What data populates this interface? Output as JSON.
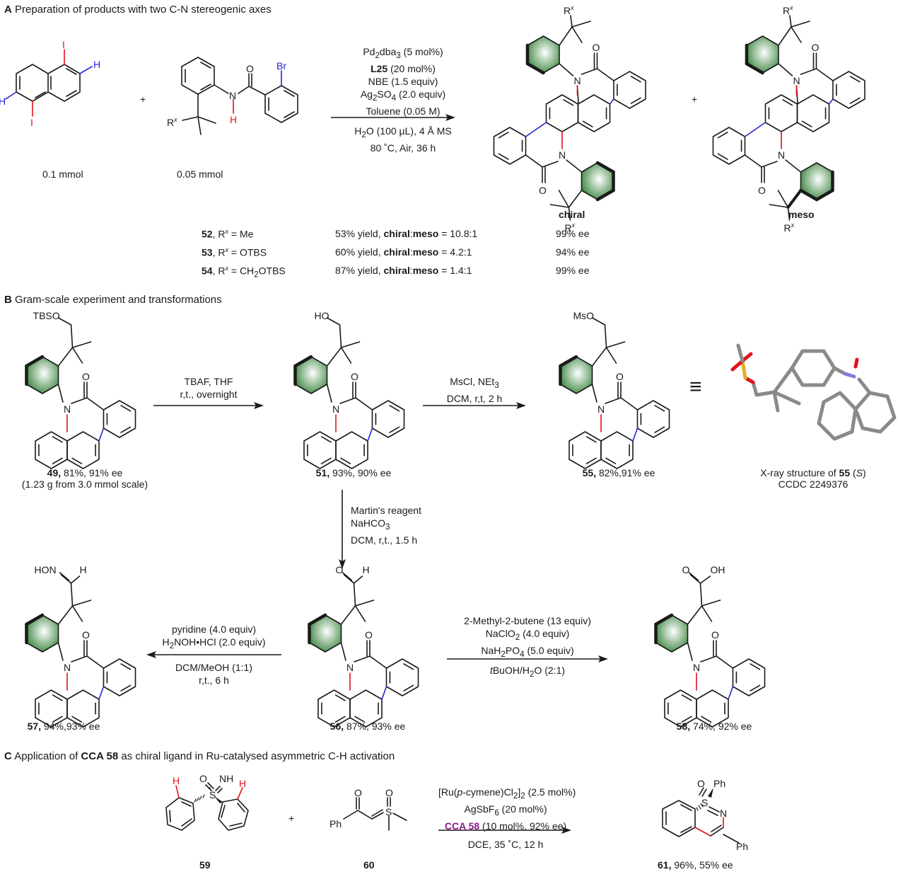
{
  "sections": {
    "A": {
      "letter": "A",
      "title": "Preparation of products with two C-N stereogenic axes",
      "reactant1": {
        "amount": "0.1 mmol",
        "atoms": {
          "top": "I",
          "bottom": "I",
          "right": "H",
          "left": "H"
        }
      },
      "reactant2": {
        "amount": "0.05 mmol",
        "atoms": {
          "O": "O",
          "Br": "Br",
          "N": "N",
          "H": "H",
          "R": "R",
          "Rsup": "x"
        }
      },
      "plus": "+",
      "conditions_above": [
        "Pd2dba3 (5 mol%)",
        "L25 (20 mol%)",
        "NBE (1.5 equiv)",
        "Ag2SO4 (2.0 equiv)",
        "Toluene (0.05 M)"
      ],
      "cond": {
        "pd": "Pd",
        "pd_sub": "2",
        "dba": "dba",
        "dba_sub": "3",
        "pd_rest": " (5 mol%)",
        "l25": "L25",
        "l25_rest": " (20 mol%)",
        "nbe": "NBE (1.5 equiv)",
        "ag": "Ag",
        "ag_sub": "2",
        "so": "SO",
        "so_sub": "4",
        "ag_rest": " (2.0 equiv)",
        "toluene": "Toluene (0.05 M)",
        "h2o_h": "H",
        "h2o_sub": "2",
        "h2o_rest": "O (100 µL), 4 Å MS",
        "temp": "80 ˚C, Air, 36 h"
      },
      "products": [
        {
          "label": "chiral"
        },
        {
          "label": "meso"
        }
      ],
      "atoms": {
        "N": "N",
        "O": "O",
        "R": "R",
        "Rsup": "x"
      },
      "table": [
        {
          "compound": "52",
          "rx": "Me",
          "rx_sub": "",
          "rx_tail": "",
          "yield": "53% yield, ",
          "chiral": "chiral",
          "meso": "meso",
          "ratio": " = 10.8:1",
          "ee": "99% ee"
        },
        {
          "compound": "53",
          "rx": "OTBS",
          "rx_sub": "",
          "rx_tail": "",
          "yield": "60% yield, ",
          "chiral": "chiral",
          "meso": "meso",
          "ratio": " = 4.2:1",
          "ee": "94% ee"
        },
        {
          "compound": "54",
          "rx": "CH",
          "rx_sub": "2",
          "rx_tail": "OTBS",
          "yield": "87% yield, ",
          "chiral": "chiral",
          "meso": "meso",
          "ratio": " = 1.4:1",
          "ee": "99% ee"
        }
      ],
      "rx_prefix": ", R",
      "rx_sup": "x",
      "rx_eq": " = ",
      "colon": ":"
    },
    "B": {
      "letter": "B",
      "title": "Gram-scale experiment and transformations",
      "compounds": {
        "c49": {
          "num": "49,",
          "result": " 81%, 91% ee",
          "note": "(1.23 g from 3.0 mmol scale)",
          "group": "TBSO"
        },
        "c51": {
          "num": "51,",
          "result": " 93%, 90% ee",
          "group": "HO"
        },
        "c55": {
          "num": "55,",
          "result": " 82%,91% ee",
          "group": "MsO"
        },
        "c56": {
          "num": "56,",
          "result": " 87%, 93% ee",
          "group_O": "O",
          "group_H": "H"
        },
        "c57": {
          "num": "57,",
          "result": " 94%,93% ee",
          "group_HON": "HON",
          "group_H": "H"
        },
        "c58": {
          "num": "58,",
          "result": " 74%, 92% ee",
          "group_O": "O",
          "group_OH": "OH"
        }
      },
      "atoms": {
        "N": "N",
        "O": "O"
      },
      "step1": {
        "line1": "TBAF, THF",
        "line2": "r,t., overnight"
      },
      "step2": {
        "line1_a": "MsCl, NEt",
        "line1_sub": "3",
        "line2": "DCM, r,t, 2 h"
      },
      "step3": {
        "line1": "Martin's reagent",
        "line2_a": "NaHCO",
        "line2_sub": "3",
        "line3": "DCM, r,t., 1.5 h"
      },
      "step4": {
        "line1": "pyridine (4.0 equiv)",
        "line2_a": "H",
        "line2_sub": "2",
        "line2_b": "NOH•HCl (2.0 equiv)",
        "line3": "DCM/MeOH (1:1)",
        "line4": "r,t., 6 h"
      },
      "step5": {
        "line1": "2-Methyl-2-butene (13 equiv)",
        "line2_a": "NaClO",
        "line2_sub": "2",
        "line2_b": " (4.0 equiv)",
        "line3_a": "NaH",
        "line3_sub1": "2",
        "line3_b": "PO",
        "line3_sub2": "4",
        "line3_c": " (5.0 equiv)",
        "line4_it": "t",
        "line4_a": "BuOH/H",
        "line4_sub": "2",
        "line4_b": "O (2:1)"
      },
      "equivalence": "≡",
      "xray": {
        "line1_a": "X-ray structure of ",
        "line1_b": "55",
        "line1_c": " (",
        "line1_it": "S",
        "line1_d": ")",
        "line2": "CCDC 2249376"
      }
    },
    "C": {
      "letter": "C",
      "title_a": "Application of ",
      "title_b": "CCA 58",
      "title_c": " as chiral ligand in Ru-catalysed asymmetric C-H activation",
      "c59": {
        "num": "59",
        "atoms": {
          "O": "O",
          "S": "S",
          "NH": "NH",
          "H": "H"
        }
      },
      "c60": {
        "num": "60",
        "atoms": {
          "O": "O",
          "S": "S",
          "Ph": "Ph"
        }
      },
      "c61": {
        "num": "61,",
        "result": " 96%, 55% ee",
        "atoms": {
          "O": "O",
          "S": "S",
          "N": "N",
          "Ph": "Ph"
        }
      },
      "plus": "+",
      "cond": {
        "line1_a": "[Ru(",
        "line1_it": "p",
        "line1_b": "-cymene)Cl",
        "line1_sub1": "2",
        "line1_c": "]",
        "line1_sub2": "2",
        "line1_d": " (2.5 mol%)",
        "line2_a": "AgSbF",
        "line2_sub": "6",
        "line2_b": " (20 mol%)",
        "line3_a": "CCA 58",
        "line3_b": " (10 mol%, 92% ee)",
        "line4": "DCE, 35 ˚C, 12 h"
      }
    }
  },
  "colors": {
    "bond": "#1a1a1a",
    "red_bond": "#e0131b",
    "blue_bond": "#1f25d6",
    "green_ring": "#2e7d32",
    "purple": "#8b1a8b"
  }
}
